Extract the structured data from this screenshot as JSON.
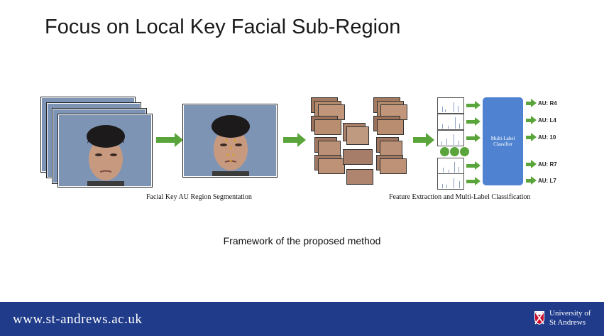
{
  "slide": {
    "title": "Focus on Local Key Facial Sub-Region",
    "caption": "Framework of the proposed method"
  },
  "figure": {
    "stage1_label": "Facial Key AU Region Segmentation",
    "stage2_label": "Feature Extraction and Multi-Label Classification",
    "classifier_label_line1": "Multi-Label",
    "classifier_label_line2": "Classifier",
    "outputs": [
      "AU: R4",
      "AU: L4",
      "AU: 10",
      "AU: R7",
      "AU: L7"
    ]
  },
  "footer": {
    "url": "www.st-andrews.ac.uk",
    "university_line1": "University of",
    "university_line2": "St Andrews"
  },
  "colors": {
    "arrow_green": "#5aa53b",
    "classifier_blue": "#4f83d1",
    "footer_blue": "#1f3b8a"
  }
}
